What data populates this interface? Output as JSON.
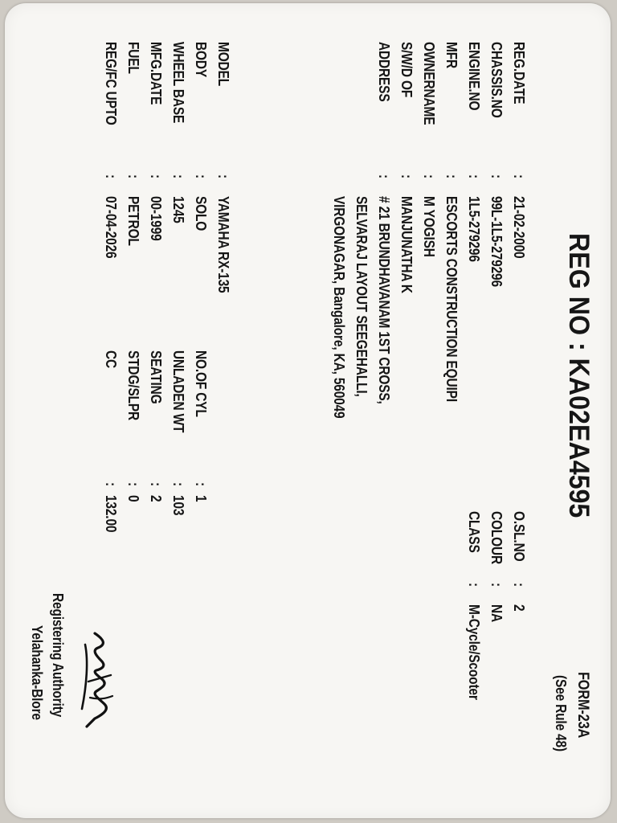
{
  "form": {
    "name": "FORM-23A",
    "rule": "(See Rule 48)"
  },
  "reg_no_label": "REG NO : KA02EA4595",
  "fields": {
    "reg_date": {
      "label": "REG.DATE",
      "value": "21-02-2000"
    },
    "chassis": {
      "label": "CHASSIS.NO",
      "value": "99L-1L5-279296"
    },
    "engine": {
      "label": "ENGINE.NO",
      "value": "1L5-279296"
    },
    "mfr": {
      "label": "MFR",
      "value": "ESCORTS CONSTRUCTION EQUIPI"
    },
    "owner": {
      "label": "OWNERNAME",
      "value": "M YOGISH"
    },
    "swd": {
      "label": "S/W/D OF",
      "value": "MANJUNATHA K"
    },
    "address": {
      "label": "ADDRESS",
      "line1": "# 21 BRUNDHAVANAM 1ST CROSS,",
      "line2": "SELVARAJ LAYOUT SEEGEHALLI,",
      "line3": "VIRGONAGAR, Bangalore, KA, 560049"
    },
    "osl": {
      "label": "O.SL.NO",
      "value": "2"
    },
    "colour": {
      "label": "COLOUR",
      "value": "NA"
    },
    "class": {
      "label": "CLASS",
      "value": "M-Cycle/Scooter"
    },
    "model": {
      "label": "MODEL",
      "value": "YAMAHA RX-135"
    },
    "body": {
      "label": "BODY",
      "value": "SOLO"
    },
    "wheelbase": {
      "label": "WHEEL BASE",
      "value": "1245"
    },
    "mfgdate": {
      "label": "MFG.DATE",
      "value": "00-1999"
    },
    "fuel": {
      "label": "FUEL",
      "value": "PETROL"
    },
    "regfc": {
      "label": "REG/FC UPTO",
      "value": "07-04-2026"
    },
    "cyl": {
      "label": "NO.OF CYL",
      "value": "1"
    },
    "unladen": {
      "label": "UNLADEN WT",
      "value": "103"
    },
    "seating": {
      "label": "SEATING",
      "value": "2"
    },
    "stdg": {
      "label": "STDG/SLPR",
      "value": "0"
    },
    "cc": {
      "label": "CC",
      "value": "132.00"
    }
  },
  "authority": {
    "line1": "Registering Authority",
    "line2": "Yelahanka-Blore"
  },
  "colors": {
    "card": "#f7f6f3",
    "text": "#161616",
    "background": "#cfcbc4"
  }
}
